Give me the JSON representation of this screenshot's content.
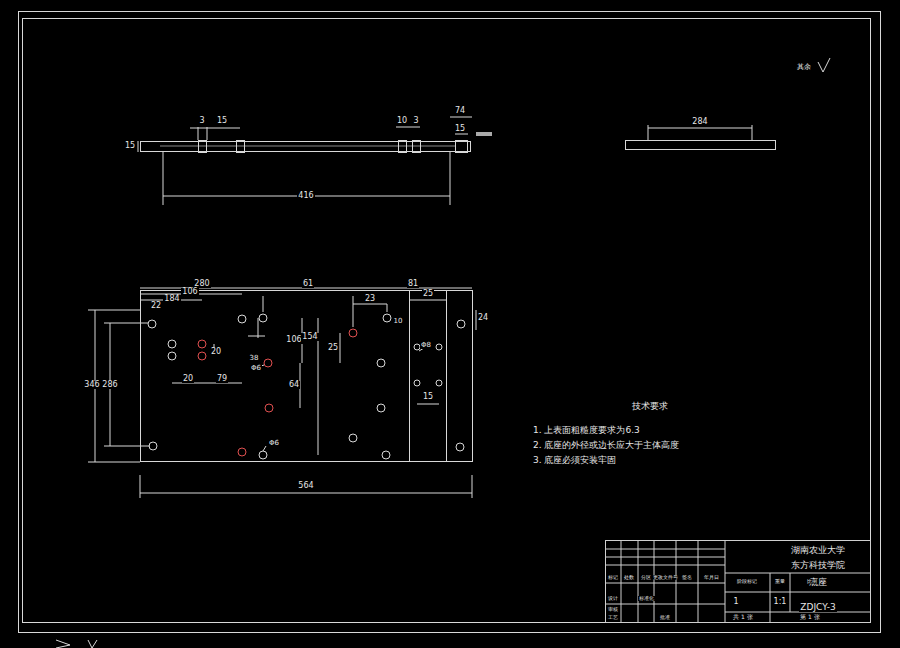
{
  "diagram": {
    "labels": [
      "3",
      "15",
      "10",
      "3",
      "74",
      "15",
      "15",
      "416",
      "284",
      "其余",
      "280",
      "61",
      "81",
      "184",
      "106",
      "22",
      "23",
      "25",
      "10",
      "24",
      "20",
      "20",
      "79",
      "38",
      "106",
      "154",
      "25",
      "64",
      "15",
      "346",
      "286",
      "564",
      "Φ6",
      "Φ6",
      "Φ8",
      "技术要求",
      "1. 上表面粗糙度要求为6.3",
      "2. 底座的外径或边长应大于主体高度",
      "3. 底座必须安装牢固",
      "湖南农业大学",
      "东方科技学院",
      "底座",
      "ZDJCY-3",
      "1",
      "1:1",
      "共 1 张",
      "第 1 张",
      "标记",
      "处数",
      "分区",
      "更改文件号",
      "签名",
      "年月日",
      "设计",
      "标准化",
      "阶段标记",
      "重量",
      "比例",
      "审核",
      "工艺",
      "批准"
    ]
  }
}
